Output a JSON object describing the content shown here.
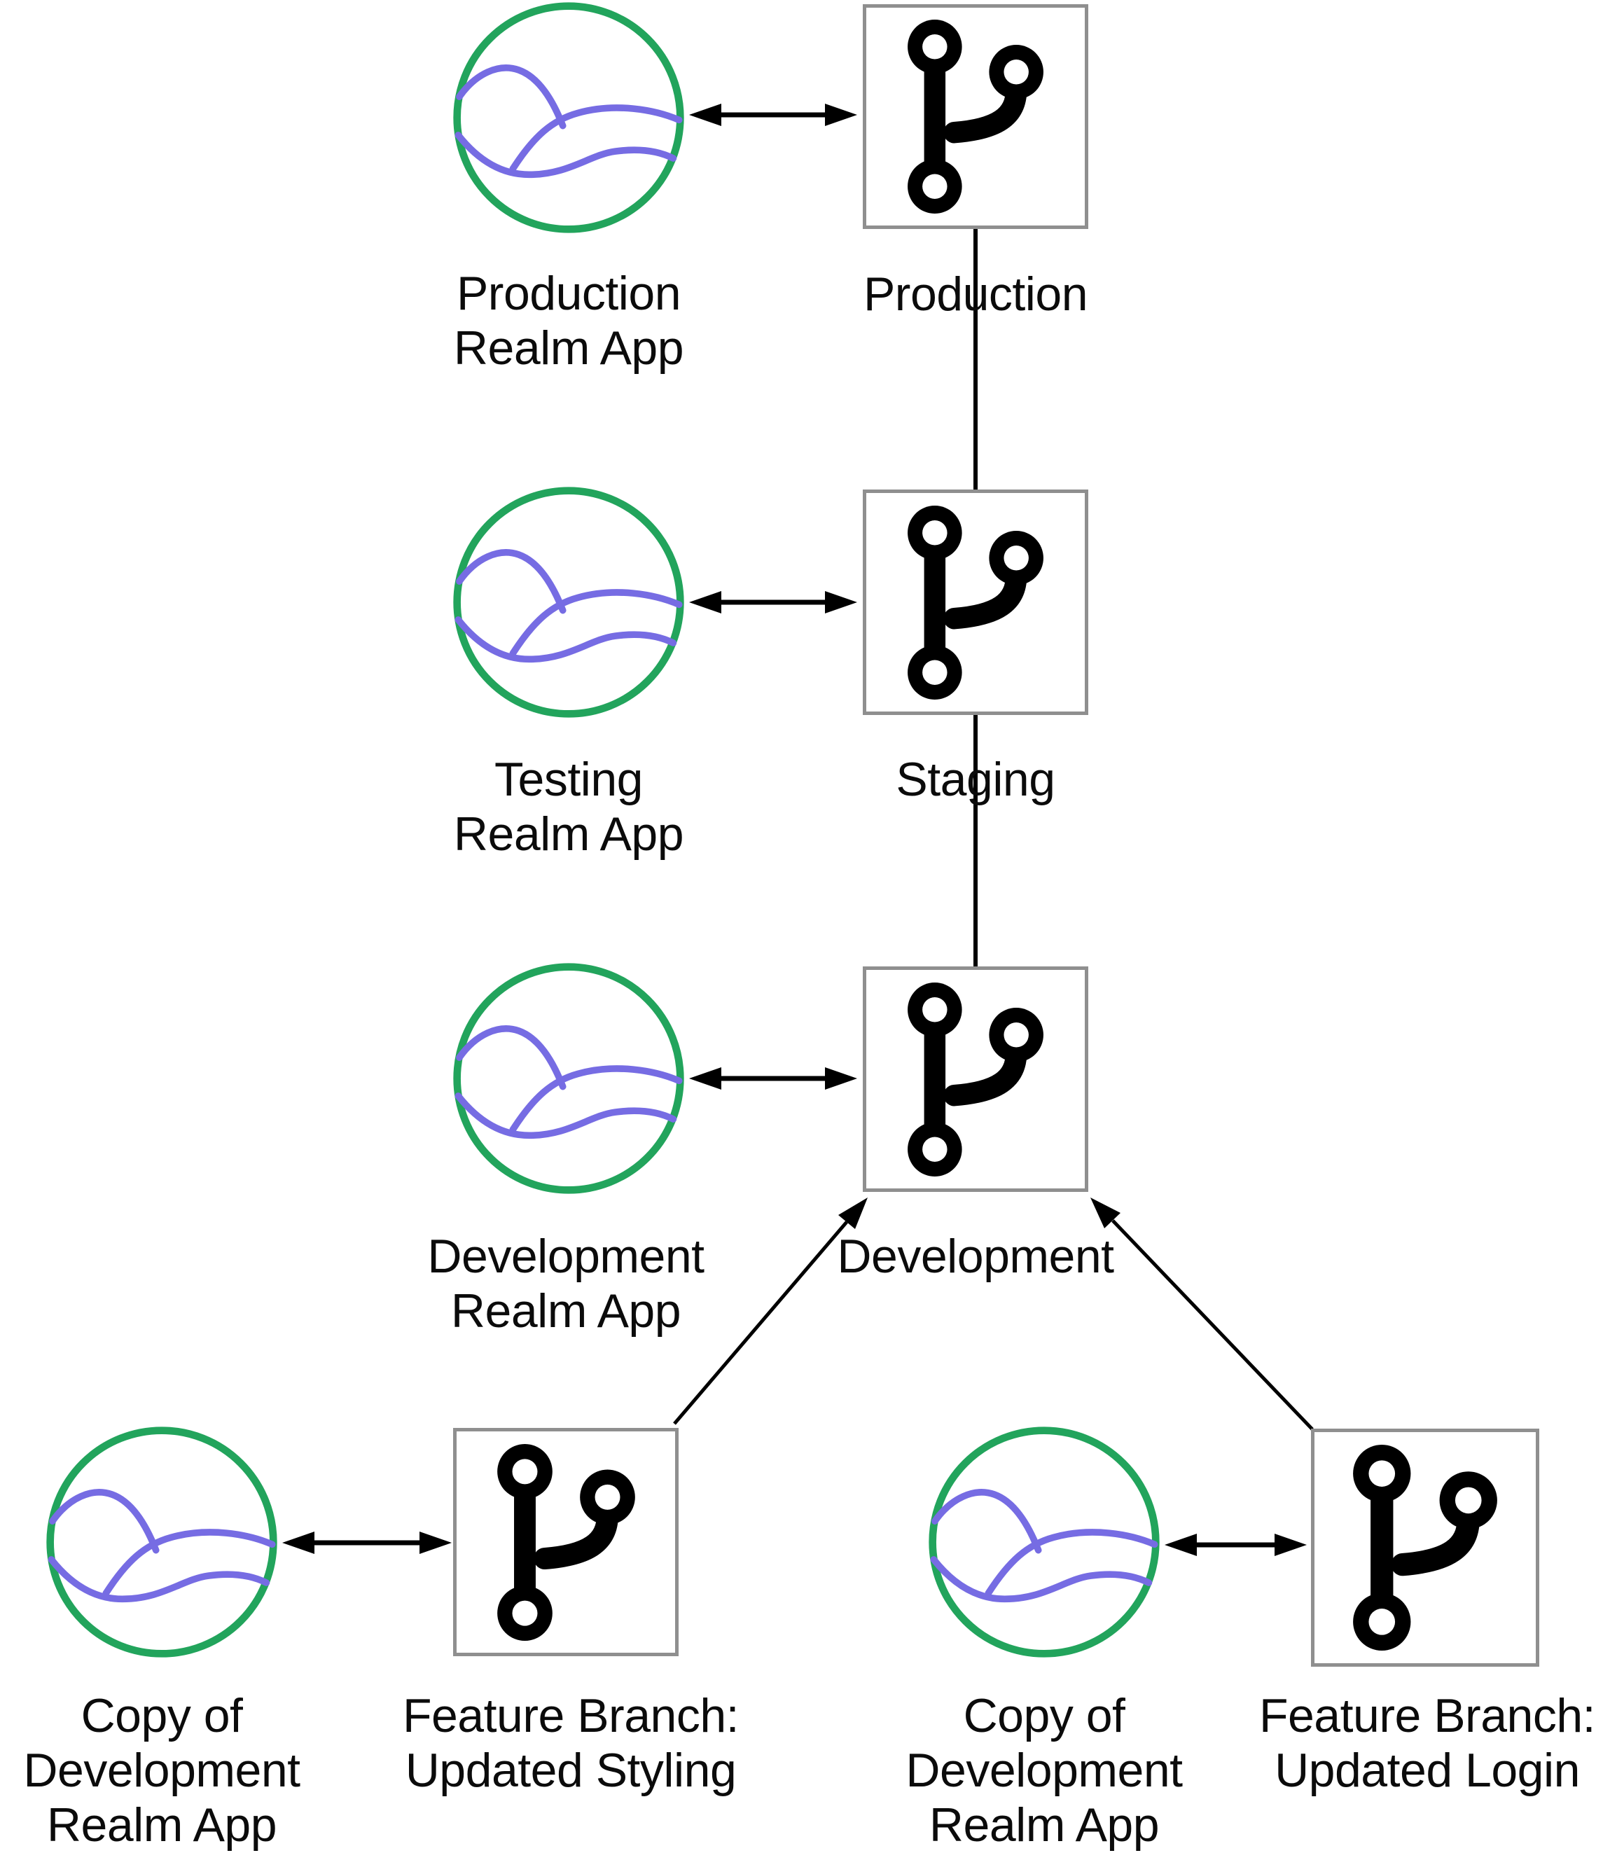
{
  "diagram_type": "git-branching-deployment-diagram",
  "colors": {
    "realm_green": "#22a45c",
    "realm_purple": "#766ce3",
    "box_border": "#8f8f8f",
    "connector_black": "#000000",
    "label_text": "#0b0b0b"
  },
  "icons": {
    "realm_app": "realm-app-logo-icon",
    "git_branch": "git-branch-icon"
  },
  "nodes": {
    "production_app": {
      "icon": "realm-app-logo-icon",
      "line1": "Production",
      "line2": "Realm App"
    },
    "production_branch": {
      "icon": "git-branch-icon",
      "line1": "Production"
    },
    "testing_app": {
      "icon": "realm-app-logo-icon",
      "line1": "Testing",
      "line2": "Realm App"
    },
    "staging_branch": {
      "icon": "git-branch-icon",
      "line1": "Staging"
    },
    "development_app": {
      "icon": "realm-app-logo-icon",
      "line1": "Development",
      "line2": "Realm App"
    },
    "development_branch": {
      "icon": "git-branch-icon",
      "line1": "Development"
    },
    "copy_left_app": {
      "icon": "realm-app-logo-icon",
      "line1": "Copy of",
      "line2": "Development",
      "line3": "Realm App"
    },
    "feature_styling_branch": {
      "icon": "git-branch-icon",
      "line1": "Feature Branch:",
      "line2": "Updated Styling"
    },
    "copy_right_app": {
      "icon": "realm-app-logo-icon",
      "line1": "Copy of",
      "line2": "Development",
      "line3": "Realm App"
    },
    "feature_login_branch": {
      "icon": "git-branch-icon",
      "line1": "Feature Branch:",
      "line2": "Updated Login"
    }
  }
}
